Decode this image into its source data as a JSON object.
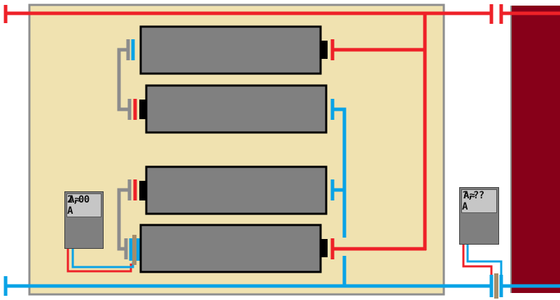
{
  "meters": {
    "left": {
      "unit": "A≈",
      "reading": "2,00 A"
    },
    "right": {
      "unit": "A≈",
      "reading": "?,?? A"
    }
  },
  "colors": {
    "board": "#f0e2b0",
    "board_border": "#8e8e8e",
    "positive_wire": "#ee2128",
    "negative_wire": "#0aa3e6",
    "link_wire": "#8c8c8c",
    "cell_body": "#808080",
    "cell_outline": "#000000",
    "load": "#870019",
    "meter_body": "#7f7f7f",
    "meter_screen": "#c6c6c6",
    "resistor": "#a58c6a"
  },
  "circuit": {
    "cells": [
      {
        "id": "cell-1",
        "positive_terminal": "right",
        "group": "upper-pair"
      },
      {
        "id": "cell-2",
        "positive_terminal": "left",
        "group": "upper-pair"
      },
      {
        "id": "cell-3",
        "positive_terminal": "left",
        "group": "lower-pair"
      },
      {
        "id": "cell-4",
        "positive_terminal": "right",
        "group": "lower-pair"
      }
    ],
    "load": "external-load",
    "meter_count": 2
  }
}
